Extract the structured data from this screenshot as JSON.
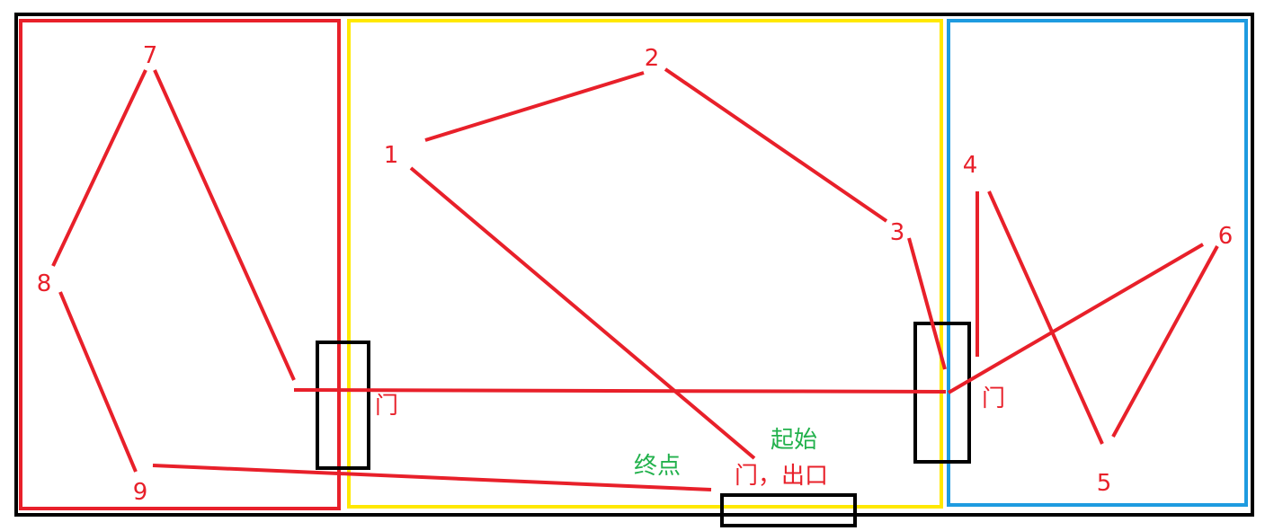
{
  "colors": {
    "outer": "#000000",
    "left_room": "#e8202a",
    "middle_room": "#ffe800",
    "right_room": "#1e9be0",
    "door": "#000000",
    "path": "#e8202a",
    "red_text": "#e8202a",
    "green_text": "#22b14c"
  },
  "labels": {
    "p1": "1",
    "p2": "2",
    "p3": "3",
    "p4": "4",
    "p5": "5",
    "p6": "6",
    "p7": "7",
    "p8": "8",
    "p9": "9",
    "door_left": "门",
    "door_right": "门",
    "door_exit": "门，出口",
    "start": "起始",
    "end": "终点"
  }
}
